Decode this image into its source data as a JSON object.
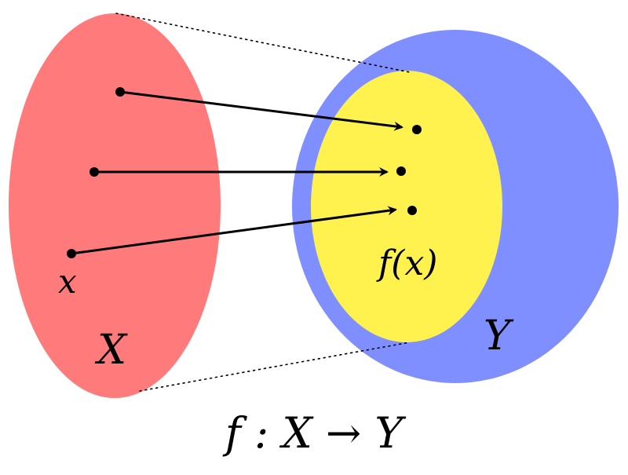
{
  "diagram": {
    "domain_label": "X",
    "codomain_label": "Y",
    "image_label": "f(x)",
    "element_label": "x",
    "caption": "f : X → Y",
    "colors": {
      "domain": "#ff7b7b",
      "codomain": "#7f8fff",
      "image": "#fff24f",
      "ink": "#000000"
    }
  }
}
